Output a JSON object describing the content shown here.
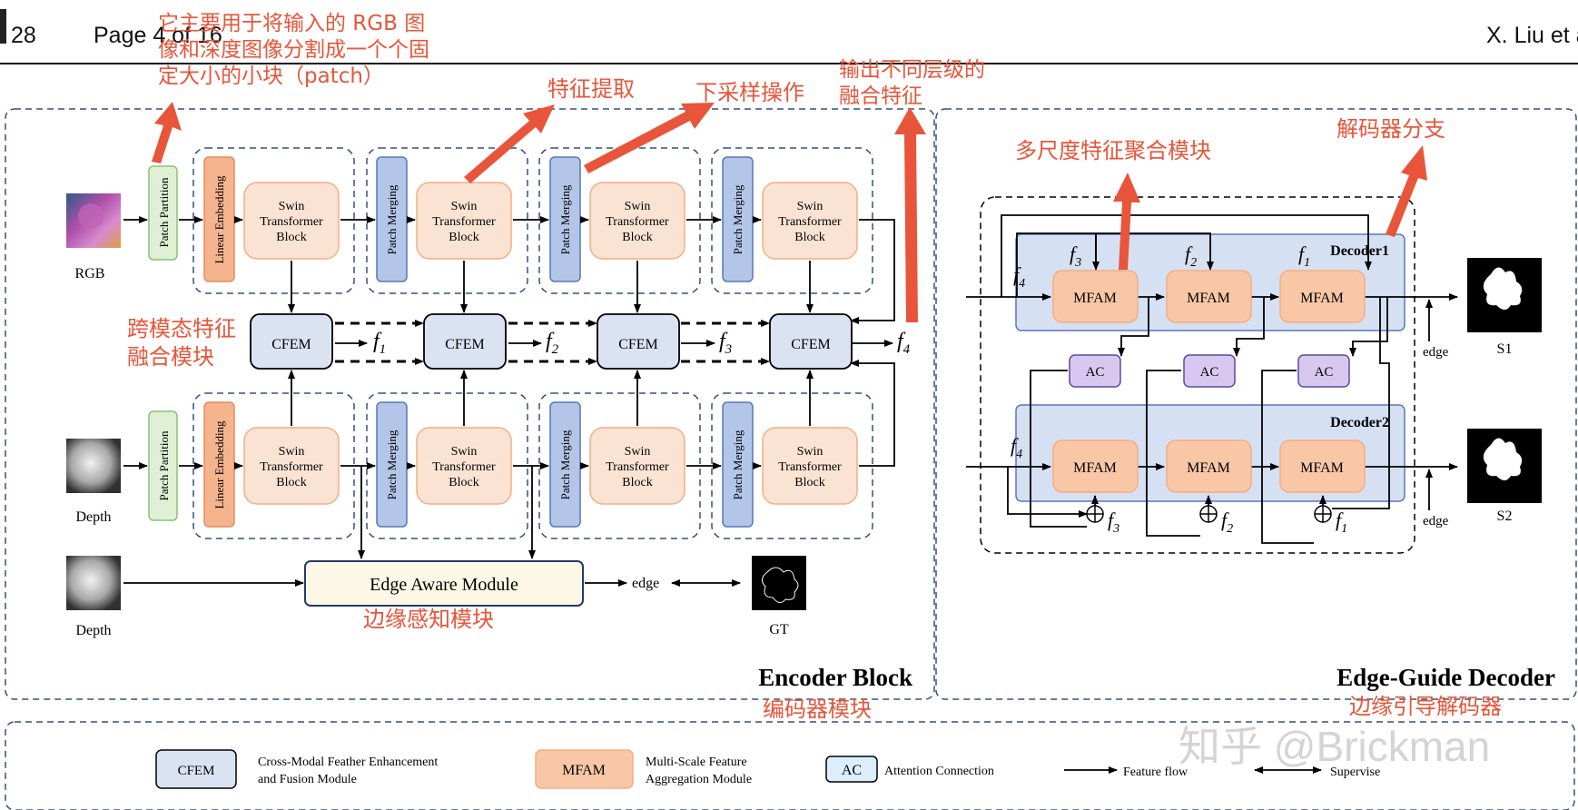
{
  "header": {
    "left_num": "28",
    "page": "Page 4 of 16",
    "author": "X. Liu et a"
  },
  "annotations": {
    "patch_note_1": "它主要用于将输入的 RGB 图",
    "patch_note_2": "像和深度图像分割成一个个固",
    "patch_note_3": "定大小的小块（patch）",
    "feature_extract": "特征提取",
    "downsample": "下采样操作",
    "multi_level_1": "输出不同层级的",
    "multi_level_2": "融合特征",
    "msfa": "多尺度特征聚合模块",
    "decoder_branch": "解码器分支",
    "cross_modal_1": "跨模态特征",
    "cross_modal_2": "融合模块",
    "edge_module_cn": "边缘感知模块",
    "encoder_cn": "编码器模块",
    "decoder_cn": "边缘引导解码器",
    "watermark": "知乎 @Brickman"
  },
  "encoder": {
    "title": "Encoder Block",
    "rgb_label": "RGB",
    "depth_label": "Depth",
    "depth2_label": "Depth",
    "patch_partition": "Patch Partition",
    "linear_embedding": "Linear Embedding",
    "patch_merging": "Patch Merging",
    "swin_1": "Swin",
    "swin_2": "Transformer",
    "swin_3": "Block",
    "cfem": "CFEM",
    "f_labels": [
      "f",
      "f",
      "f",
      "f"
    ],
    "f_subs": [
      "1",
      "2",
      "3",
      "4"
    ],
    "edge_module": "Edge Aware Module",
    "edge": "edge",
    "gt": "GT"
  },
  "decoder": {
    "title": "Edge-Guide Decoder",
    "decoder1": "Decoder1",
    "decoder2": "Decoder2",
    "mfam": "MFAM",
    "ac": "AC",
    "edge": "edge",
    "s1": "S1",
    "s2": "S2",
    "f": "f",
    "top_subs": [
      "3",
      "2",
      "1"
    ],
    "bottom_subs": [
      "3",
      "2",
      "1"
    ],
    "f4_sub": "4"
  },
  "legend": {
    "cfem": "CFEM",
    "cfem_desc_1": "Cross-Modal Feather Enhancement",
    "cfem_desc_2": "and Fusion Module",
    "mfam": "MFAM",
    "mfam_desc_1": "Multi-Scale Feature",
    "mfam_desc_2": "Aggregation Module",
    "ac": "AC",
    "ac_desc": "Attention Connection",
    "flow": "Feature flow",
    "supervise": "Supervise"
  },
  "colors": {
    "swin": "#fbe3d3",
    "swin_border": "#f2ae84",
    "embed": "#f5b48e",
    "merge": "#b3c6e8",
    "merge_border": "#5877b8",
    "partition": "#dff0d5",
    "partition_border": "#8cc17a",
    "cfem": "#dbe3f3",
    "decoder_bg": "#d6e0f3",
    "mfam": "#f9c7a5",
    "ac": "#d8c8f0",
    "edge_module": "#fdf8e6",
    "annotation": "#e8553a"
  }
}
